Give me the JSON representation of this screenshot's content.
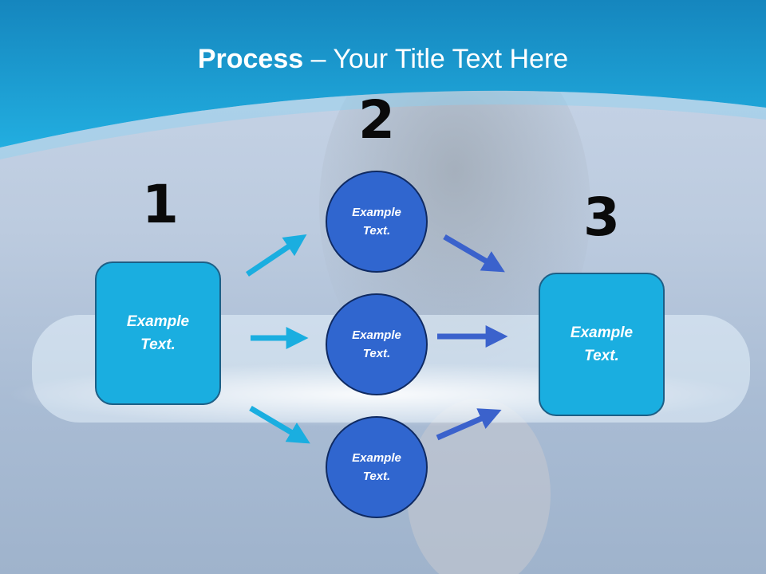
{
  "title": {
    "bold": "Process",
    "rest": " – Your Title Text Here"
  },
  "steps": [
    {
      "number": "1",
      "text": "Example\nText."
    },
    {
      "number": "2",
      "items": [
        "Example\nText.",
        "Example\nText.",
        "Example\nText."
      ]
    },
    {
      "number": "3",
      "text": "Example\nText."
    }
  ],
  "colors": {
    "box": "#1aaee0",
    "circle": "#3066cf",
    "arrow_light": "#1aaee0",
    "arrow_dark": "#3b62cc",
    "header": "#1aa3d8"
  }
}
